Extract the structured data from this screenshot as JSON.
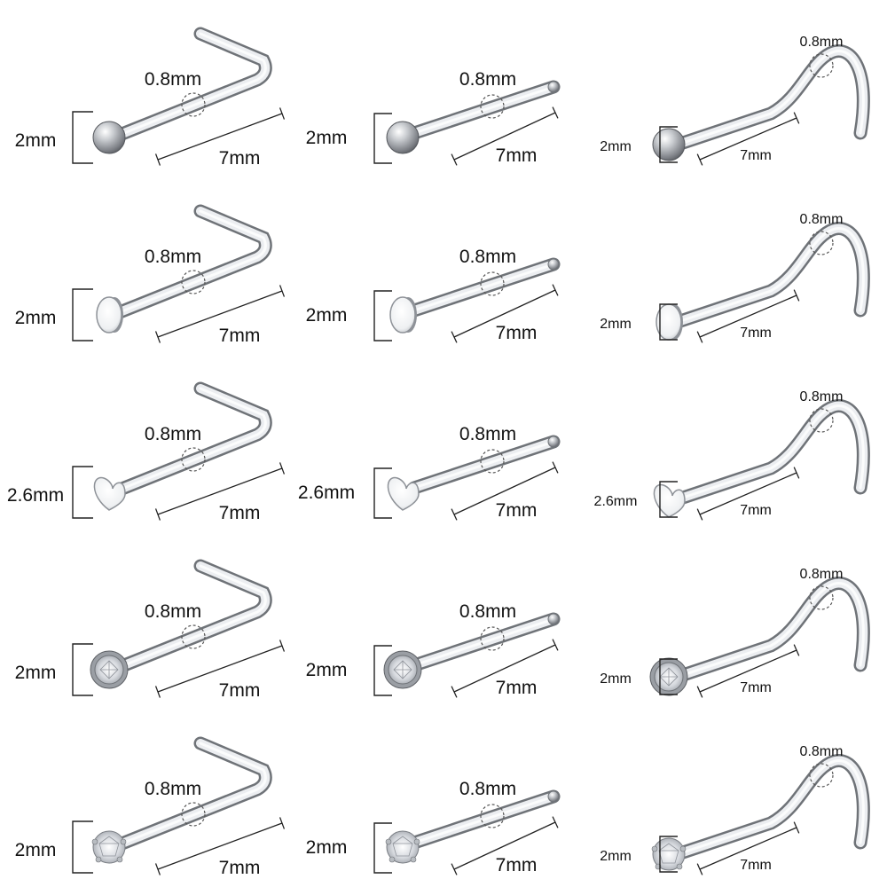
{
  "colors": {
    "background": "#ffffff",
    "metal_dark": "#8a8d93",
    "metal_light": "#f2f3f5",
    "line": "#222222"
  },
  "rows": [
    {
      "head": "ball",
      "items": [
        {
          "style": "l-bend",
          "diameter": "2mm",
          "gauge": "0.8mm",
          "length": "7mm"
        },
        {
          "style": "straight",
          "diameter": "2mm",
          "gauge": "0.8mm",
          "length": "7mm"
        },
        {
          "style": "screw",
          "diameter": "2mm",
          "gauge": "0.8mm",
          "length": "7mm"
        }
      ]
    },
    {
      "head": "flat-disc",
      "items": [
        {
          "style": "l-bend",
          "diameter": "2mm",
          "gauge": "0.8mm",
          "length": "7mm"
        },
        {
          "style": "straight",
          "diameter": "2mm",
          "gauge": "0.8mm",
          "length": "7mm"
        },
        {
          "style": "screw",
          "diameter": "2mm",
          "gauge": "0.8mm",
          "length": "7mm"
        }
      ]
    },
    {
      "head": "heart",
      "items": [
        {
          "style": "l-bend",
          "diameter": "2.6mm",
          "gauge": "0.8mm",
          "length": "7mm"
        },
        {
          "style": "straight",
          "diameter": "2.6mm",
          "gauge": "0.8mm",
          "length": "7mm"
        },
        {
          "style": "screw",
          "diameter": "2.6mm",
          "gauge": "0.8mm",
          "length": "7mm"
        }
      ]
    },
    {
      "head": "bezel-crystal",
      "items": [
        {
          "style": "l-bend",
          "diameter": "2mm",
          "gauge": "0.8mm",
          "length": "7mm"
        },
        {
          "style": "straight",
          "diameter": "2mm",
          "gauge": "0.8mm",
          "length": "7mm"
        },
        {
          "style": "screw",
          "diameter": "2mm",
          "gauge": "0.8mm",
          "length": "7mm"
        }
      ]
    },
    {
      "head": "prong-crystal",
      "items": [
        {
          "style": "l-bend",
          "diameter": "2mm",
          "gauge": "0.8mm",
          "length": "7mm"
        },
        {
          "style": "straight",
          "diameter": "2mm",
          "gauge": "0.8mm",
          "length": "7mm"
        },
        {
          "style": "screw",
          "diameter": "2mm",
          "gauge": "0.8mm",
          "length": "7mm"
        }
      ]
    }
  ]
}
